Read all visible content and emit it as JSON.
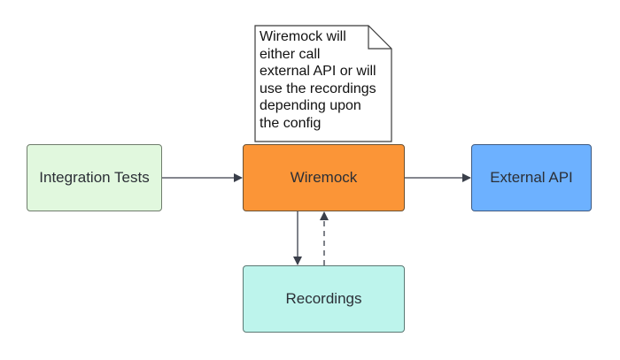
{
  "nodes": {
    "integration_tests": "Integration Tests",
    "wiremock": "Wiremock",
    "external_api": "External API",
    "recordings": "Recordings"
  },
  "note": {
    "text": "Wiremock will\neither call\nexternal API or will\nuse the recordings\ndepending upon\nthe config"
  },
  "colors": {
    "integration_tests": "#e1f8de",
    "wiremock": "#fb9537",
    "external_api": "#6db1ff",
    "recordings": "#bdf4ec",
    "edge": "#3a3f4a"
  },
  "edges": [
    {
      "from": "integration_tests",
      "to": "wiremock",
      "style": "solid"
    },
    {
      "from": "wiremock",
      "to": "external_api",
      "style": "solid"
    },
    {
      "from": "wiremock",
      "to": "recordings",
      "style": "solid"
    },
    {
      "from": "recordings",
      "to": "wiremock",
      "style": "dashed"
    }
  ]
}
